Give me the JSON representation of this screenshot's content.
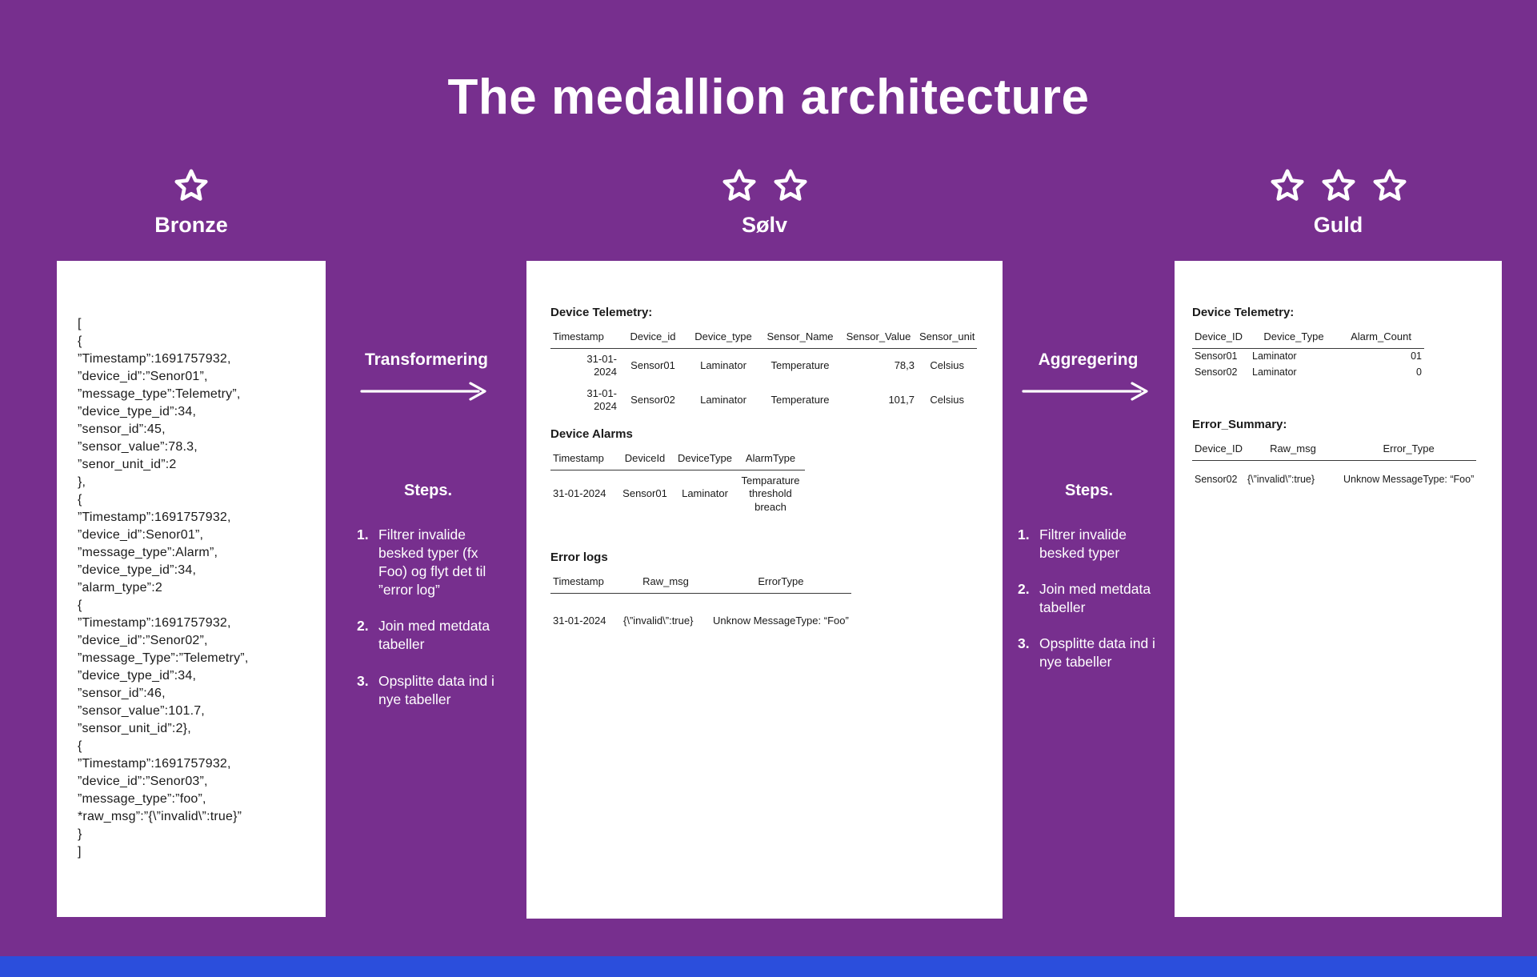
{
  "title": "The medallion architecture",
  "colors": {
    "background": "#772F8E",
    "footer_bar": "#2B4EDC",
    "card": "#FFFFFF",
    "text_dark": "#1A1A1A",
    "text_light": "#FFFFFF"
  },
  "columns": {
    "bronze": {
      "label": "Bronze",
      "stars": 1,
      "raw_json": "[\n{\n”Timestamp”:1691757932,\n”device_id”:”Senor01”,\n”message_type”:Telemetry”,\n”device_type_id”:34,\n”sensor_id”:45,\n”sensor_value”:78.3,\n”senor_unit_id”:2\n},\n{\n”Timestamp”:1691757932,\n”device_id”:Senor01”,\n”message_type”:Alarm”,\n”device_type_id”:34,\n”alarm_type”:2\n{\n”Timestamp”:1691757932,\n”device_id”:”Senor02”,\n”message_Type”:”Telemetry”,\n”device_type_id”:34,\n”sensor_id”:46,\n”sensor_value”:101.7,\n”sensor_unit_id”:2},\n{\n”Timestamp”:1691757932,\n”device_id”:”Senor03”,\n”message_type”:”foo”,\n*raw_msg”:”{\\”invalid\\”:true}”\n}\n]"
    },
    "silver": {
      "label": "Sølv",
      "stars": 2,
      "telemetry": {
        "heading": "Device Telemetry:",
        "headers": [
          "Timestamp",
          "Device_id",
          "Device_type",
          "Sensor_Name",
          "Sensor_Value",
          "Sensor_unit"
        ],
        "rows": [
          [
            "31-01-\n2024",
            "Sensor01",
            "Laminator",
            "Temperature",
            "78,3",
            "Celsius"
          ],
          [
            "31-01-\n2024",
            "Sensor02",
            "Laminator",
            "Temperature",
            "101,7",
            "Celsius"
          ]
        ]
      },
      "alarms": {
        "heading": "Device Alarms",
        "headers": [
          "Timestamp",
          "DeviceId",
          "DeviceType",
          "AlarmType"
        ],
        "rows": [
          [
            "31-01-2024",
            "Sensor01",
            "Laminator",
            "Temparature\nthreshold\nbreach"
          ]
        ]
      },
      "errors": {
        "heading": "Error logs",
        "headers": [
          "Timestamp",
          "Raw_msg",
          "ErrorType"
        ],
        "rows": [
          [
            "31-01-2024",
            "{\\”invalid\\”:true}",
            "Unknow MessageType: “Foo”"
          ]
        ]
      }
    },
    "gold": {
      "label": "Guld",
      "stars": 3,
      "telemetry": {
        "heading": "Device Telemetry:",
        "headers": [
          "Device_ID",
          "Device_Type",
          "Alarm_Count"
        ],
        "rows": [
          [
            "Sensor01",
            "Laminator",
            "01"
          ],
          [
            "Sensor02",
            "Laminator",
            "0"
          ]
        ]
      },
      "errors": {
        "heading": "Error_Summary:",
        "headers": [
          "Device_ID",
          "Raw_msg",
          "Error_Type"
        ],
        "rows": [
          [
            "Sensor02",
            "{\\”invalid\\”:true}",
            "Unknow MessageType: “Foo”"
          ]
        ]
      }
    }
  },
  "transitions": [
    {
      "label": "Transformering",
      "steps_title": "Steps.",
      "steps": [
        {
          "num": "1.",
          "text": "Filtrer invalide besked typer (fx Foo) og flyt det til ”error log”"
        },
        {
          "num": "2.",
          "text": "Join med metdata tabeller"
        },
        {
          "num": "3.",
          "text": "Opsplitte data ind i nye tabeller"
        }
      ]
    },
    {
      "label": "Aggregering",
      "steps_title": "Steps.",
      "steps": [
        {
          "num": "1.",
          "text": "Filtrer invalide besked typer"
        },
        {
          "num": "2.",
          "text": "Join med metdata tabeller"
        },
        {
          "num": "3.",
          "text": "Opsplitte data ind i nye tabeller"
        }
      ]
    }
  ]
}
